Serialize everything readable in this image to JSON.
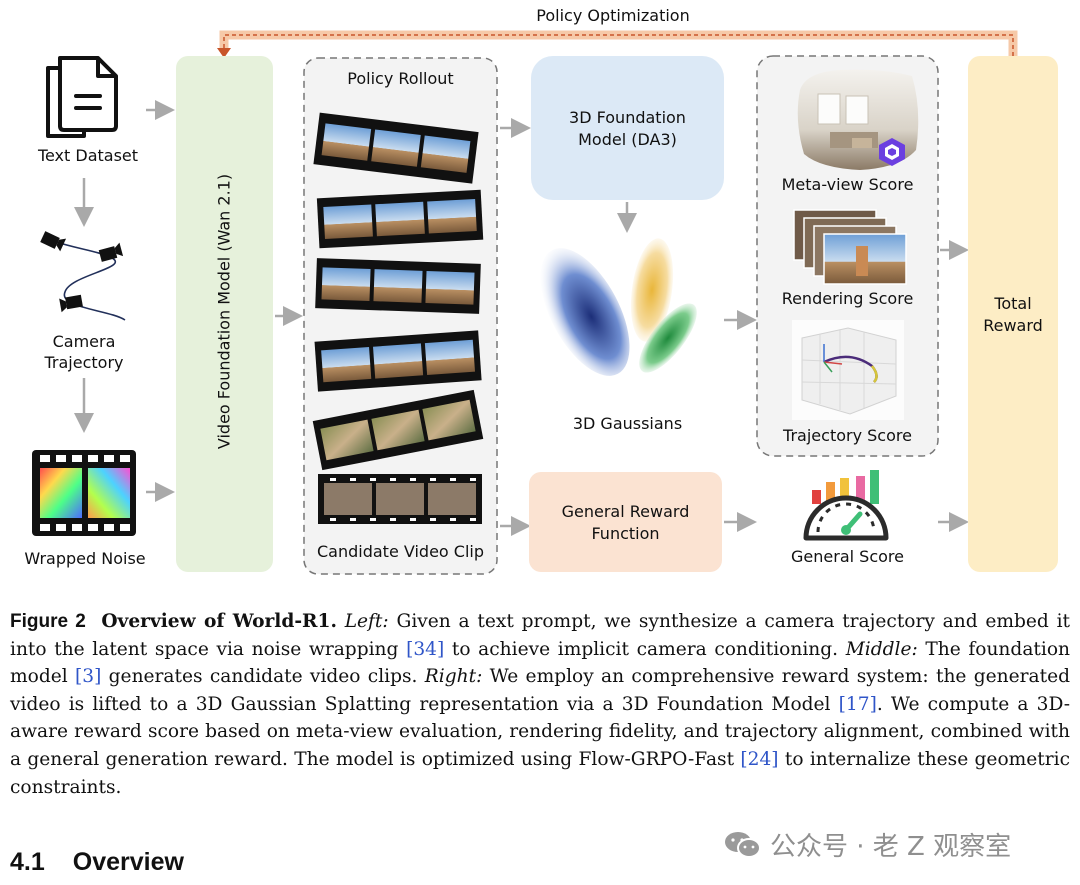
{
  "diagram": {
    "policy_optimization": "Policy Optimization",
    "text_dataset": "Text Dataset",
    "camera_trajectory_line1": "Camera",
    "camera_trajectory_line2": "Trajectory",
    "wrapped_noise": "Wrapped Noise",
    "video_foundation_model": "Video Foundation Model (Wan 2.1)",
    "policy_rollout": "Policy Rollout",
    "candidate_video_clip": "Candidate Video Clip",
    "foundation_model_line1": "3D Foundation",
    "foundation_model_line2": "Model (DA3)",
    "gaussians": "3D Gaussians",
    "general_reward_line1": "General Reward",
    "general_reward_line2": "Function",
    "meta_view_score": "Meta-view Score",
    "rendering_score": "Rendering Score",
    "trajectory_score": "Trajectory Score",
    "general_score": "General Score",
    "total_reward_line1": "Total",
    "total_reward_line2": "Reward",
    "colors": {
      "policy_arrow": "#f6c9a8",
      "policy_arrow_dash": "#c8552a",
      "vfm_box": "#e6f1db",
      "foundation_box": "#dce9f6",
      "reward_box": "#fbe3d2",
      "total_box": "#fdedc5"
    }
  },
  "caption": {
    "figure_label": "Figure 2",
    "title": "Overview of World-R1.",
    "left_label": "Left:",
    "text1": "Given a text prompt, we synthesize a camera trajectory and embed it into the latent space via noise wrapping",
    "ref1": "[34]",
    "text2": "to achieve implicit camera conditioning.",
    "middle_label": "Middle:",
    "text3": "The foundation model",
    "ref2": "[3]",
    "text4": "generates candidate video clips.",
    "right_label": "Right:",
    "text5": "We employ an comprehensive reward system: the generated video is lifted to a 3D Gaussian Splatting representation via a 3D Foundation Model",
    "ref3": "[17]",
    "text6": ". We compute a 3D-aware reward score based on meta-view evaluation, rendering fidelity, and trajectory alignment, combined with a general generation reward. The model is optimized using Flow-GRPO-Fast",
    "ref4": "[24]",
    "text7": "to internalize these geometric constraints."
  },
  "section": {
    "number": "4.1",
    "title": "Overview"
  },
  "watermark": {
    "text": "公众号 · 老 Z 观察室"
  }
}
